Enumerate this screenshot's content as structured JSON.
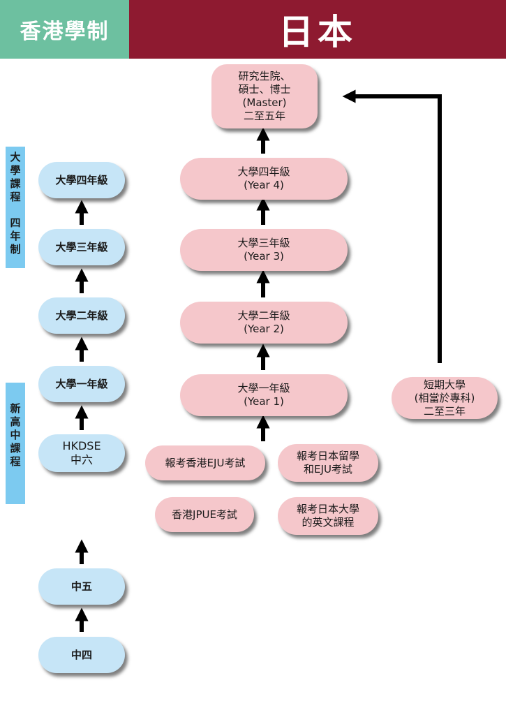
{
  "header": {
    "left_title": "香港學制",
    "right_title": "日本"
  },
  "sidebar_labels": {
    "university": [
      "大",
      "學",
      "課",
      "程",
      "",
      "四",
      "年",
      "制"
    ],
    "senior_secondary": [
      "新",
      "高",
      "中",
      "課",
      "程"
    ]
  },
  "hk_column": {
    "year4": "大學四年級",
    "year3": "大學三年級",
    "year2": "大學二年級",
    "year1": "大學一年級",
    "hkdse": [
      "HKDSE",
      "中六"
    ],
    "s5": "中五",
    "s4": "中四"
  },
  "japan_column": {
    "grad": [
      "研究生院、",
      "碩士、博士",
      "(Master)",
      "二至五年"
    ],
    "year4": [
      "大學四年級",
      "(Year 4)"
    ],
    "year3": [
      "大學三年級",
      "(Year 3)"
    ],
    "year2": [
      "大學二年級",
      "(Year 2)"
    ],
    "year1": [
      "大學一年級",
      "(Year 1)"
    ],
    "junior_college": [
      "短期大學",
      "(相當於專科)",
      "二至三年"
    ]
  },
  "entry_routes": {
    "hk_eju": "報考香港EJU考試",
    "jp_eju": [
      "報考日本留學",
      "和EJU考試"
    ],
    "hk_jpue": "香港JPUE考試",
    "jp_english": [
      "報考日本大學",
      "的英文課程"
    ]
  },
  "colors": {
    "header_left": "#6dc0a0",
    "header_right": "#8e1a30",
    "hk_box": "#c6e5f7",
    "jp_box": "#f5c7cb",
    "side_bar": "#7ccaf0",
    "arrow": "#000000"
  }
}
